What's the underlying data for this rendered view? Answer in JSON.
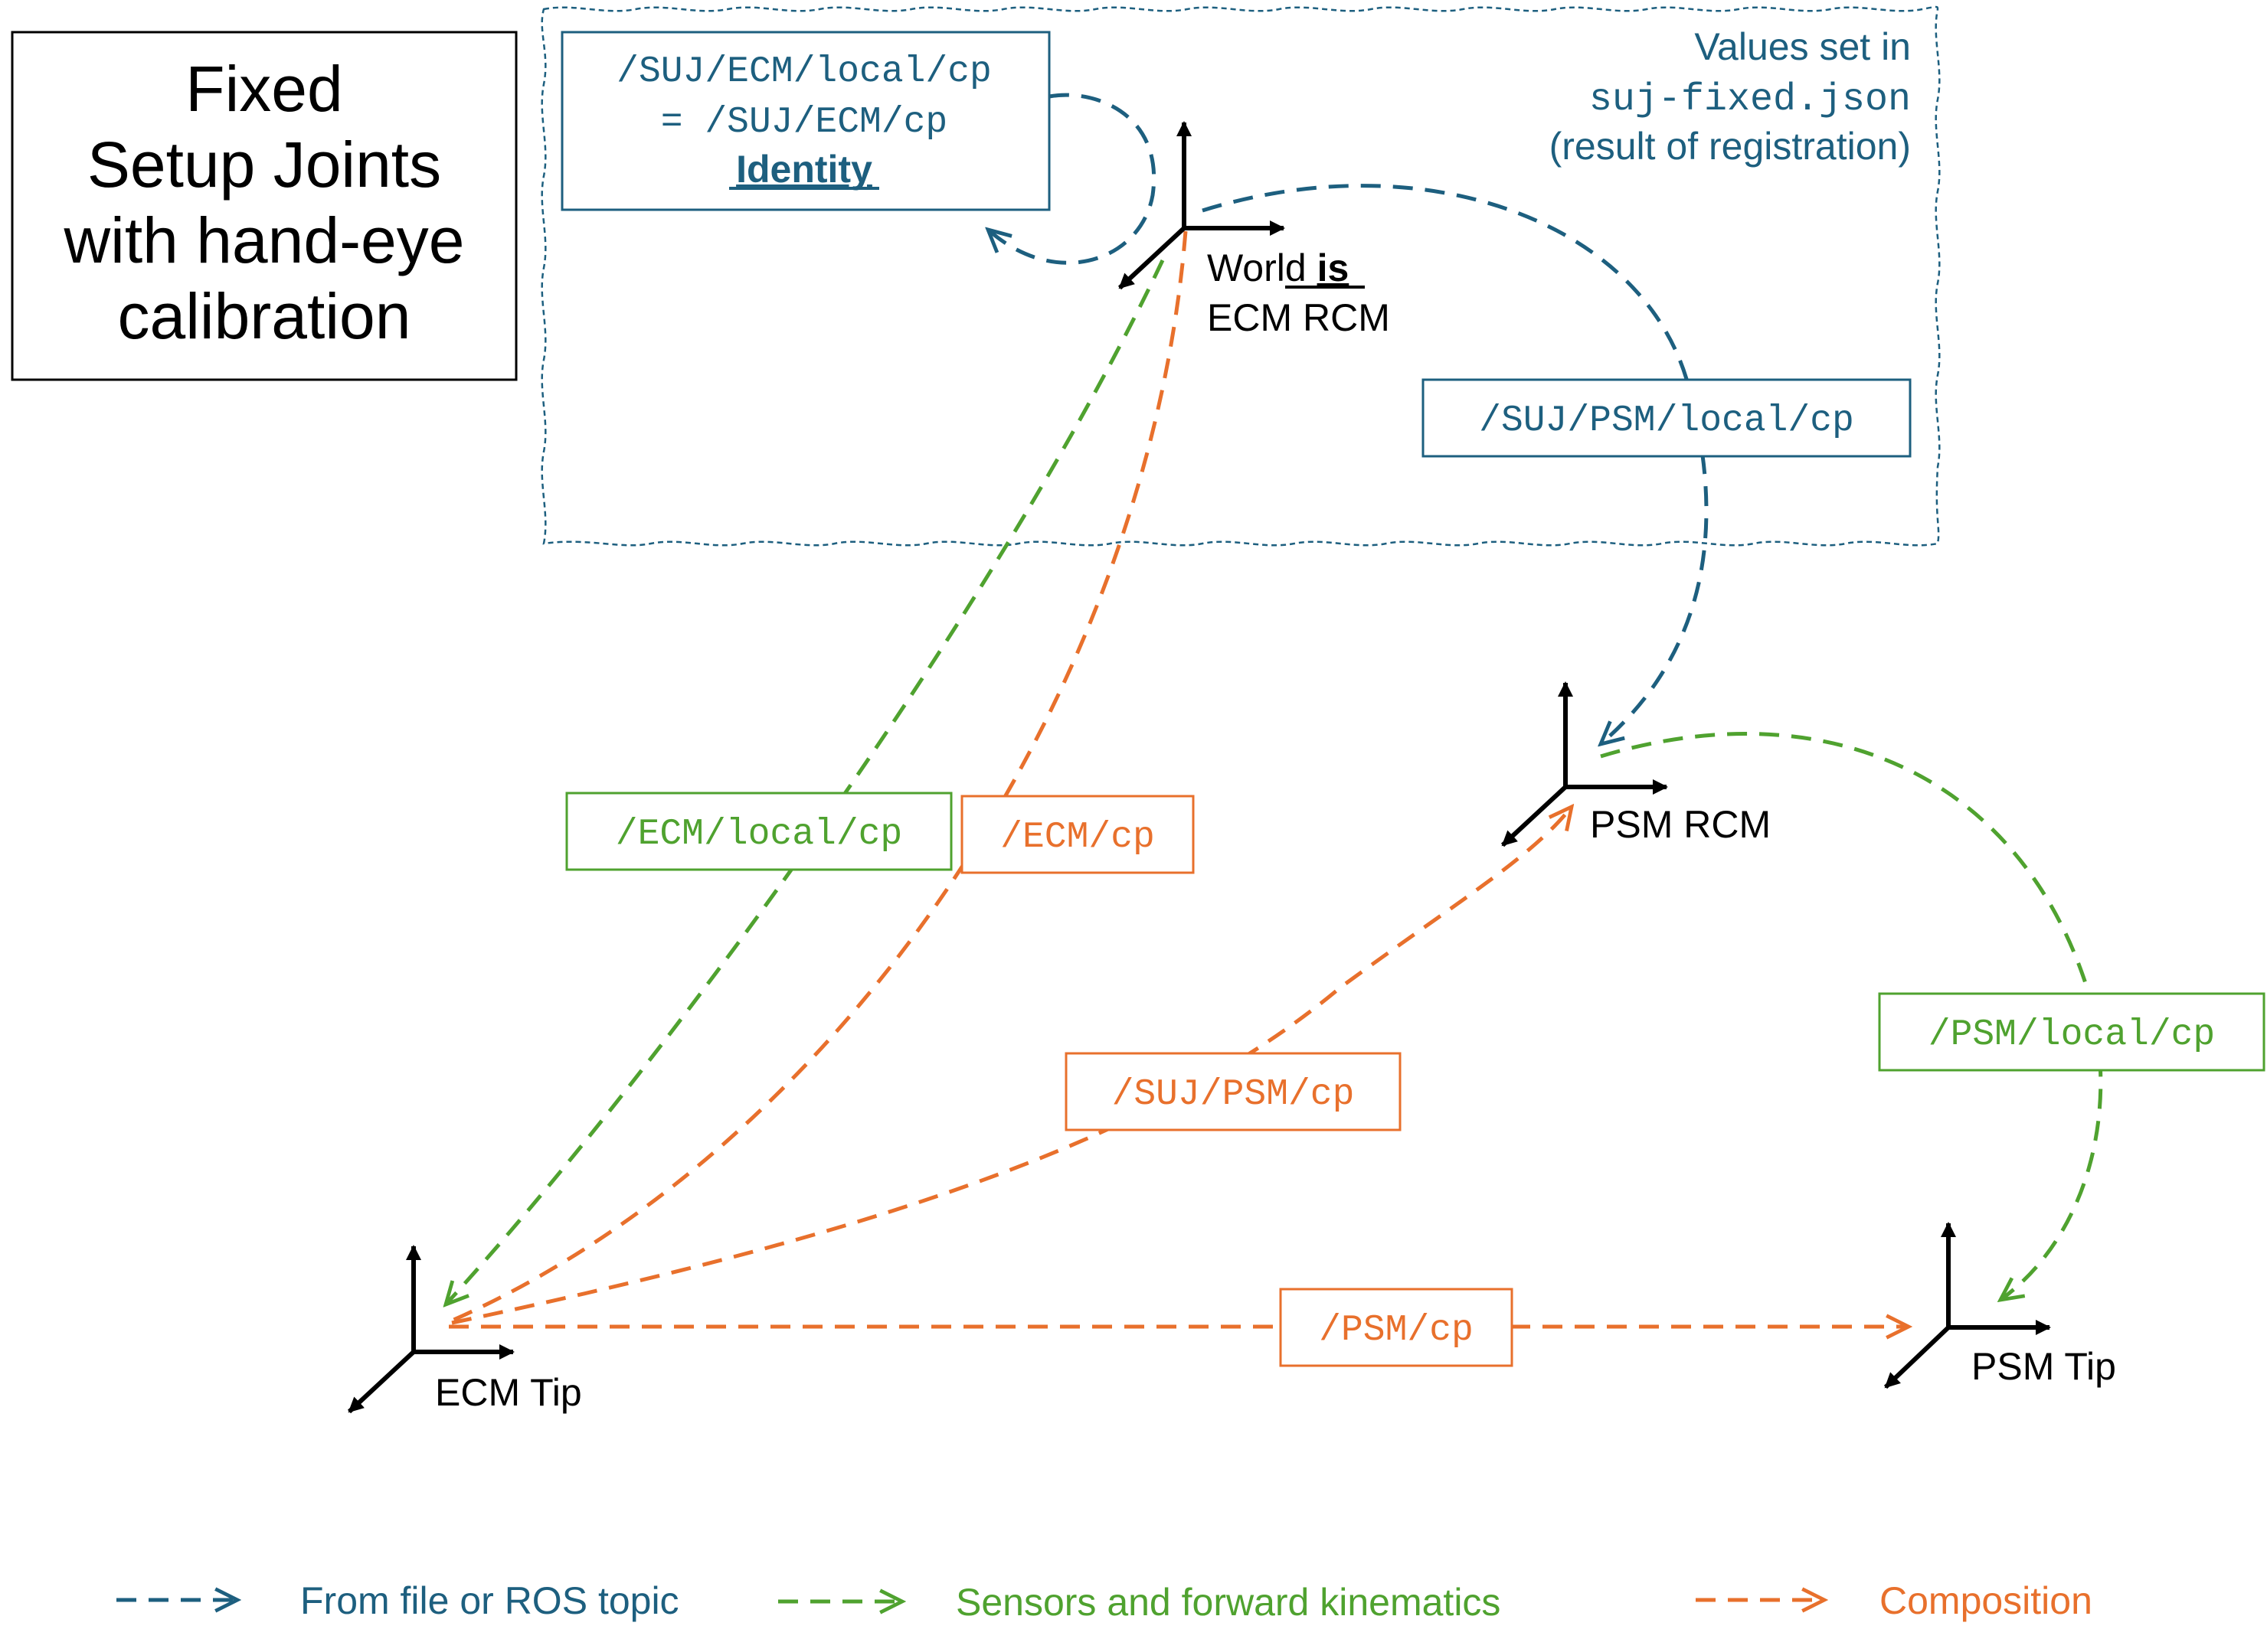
{
  "title": {
    "line1": "Fixed",
    "line2": "Setup Joints",
    "line3": "with hand-eye",
    "line4": "calibration"
  },
  "note": {
    "line1": "Values set in",
    "line2": "suj-fixed.json",
    "line3": "(result of registration)"
  },
  "frames": {
    "world": {
      "word": "World ",
      "emphasis": "is",
      "line2": "ECM RCM"
    },
    "psm_rcm": "PSM RCM",
    "ecm_tip": "ECM Tip",
    "psm_tip": "PSM Tip"
  },
  "labels": {
    "suj_ecm_local": "/SUJ/ECM/local/cp",
    "suj_ecm_equals": "= /SUJ/ECM/cp",
    "identity": "Identity",
    "suj_psm_local": "/SUJ/PSM/local/cp",
    "ecm_local": "/ECM/local/cp",
    "ecm_cp": "/ECM/cp",
    "suj_psm_cp": "/SUJ/PSM/cp",
    "psm_local": "/PSM/local/cp",
    "psm_cp": "/PSM/cp"
  },
  "legend": {
    "blue": "From file or ROS topic",
    "green": "Sensors and forward kinematics",
    "orange": "Composition"
  },
  "colors": {
    "blue": "#1d5f7f",
    "green": "#4fa22f",
    "orange": "#e8702c",
    "black": "#000000"
  }
}
